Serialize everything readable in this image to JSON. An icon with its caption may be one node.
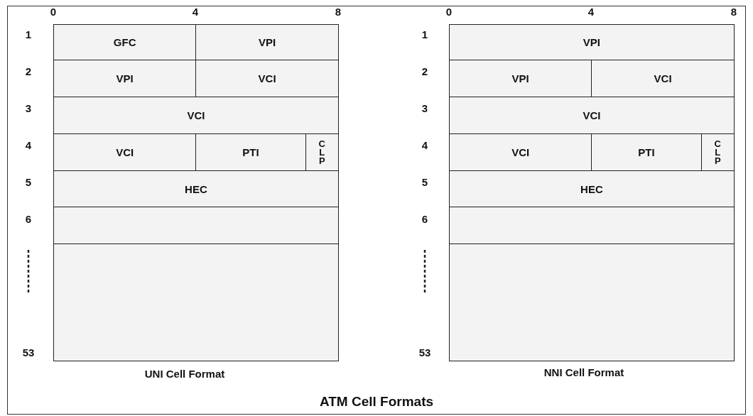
{
  "diagram": {
    "title": "ATM Cell Formats",
    "nodes": [
      {
        "text": [
          "GFC"
        ]
      },
      {
        "text": [
          "VPI"
        ]
      },
      {
        "text": [
          "VPI"
        ]
      },
      {
        "text": [
          "VCI"
        ]
      },
      {
        "text": [
          "VCI"
        ]
      },
      {
        "text": [
          "VCI"
        ]
      },
      {
        "text": [
          "PTI"
        ]
      },
      {
        "text": [
          "CLP"
        ]
      },
      {
        "text": [
          "HEC"
        ]
      },
      {
        "text": [],
        "shape": "box"
      },
      {
        "text": [],
        "shape": "box"
      },
      {
        "text": [
          "VPI"
        ]
      },
      {
        "text": [
          "VPI"
        ]
      },
      {
        "text": [
          "VCI"
        ]
      },
      {
        "text": [
          "VCI"
        ]
      },
      {
        "text": [
          "VCI"
        ]
      },
      {
        "text": [
          "PTI"
        ]
      },
      {
        "text": [
          "CLP"
        ]
      },
      {
        "text": [
          "HEC"
        ]
      },
      {
        "text": [],
        "shape": "box"
      },
      {
        "text": [],
        "shape": "box"
      }
    ],
    "labels": [
      "0",
      "4",
      "8",
      "0",
      "4",
      "8",
      "1",
      "1",
      "2",
      "2",
      "3",
      "3",
      "4",
      "4",
      "5",
      "5",
      "6",
      "6",
      "53",
      "53",
      "UNI Cell Format",
      "NNI Cell Format"
    ]
  }
}
